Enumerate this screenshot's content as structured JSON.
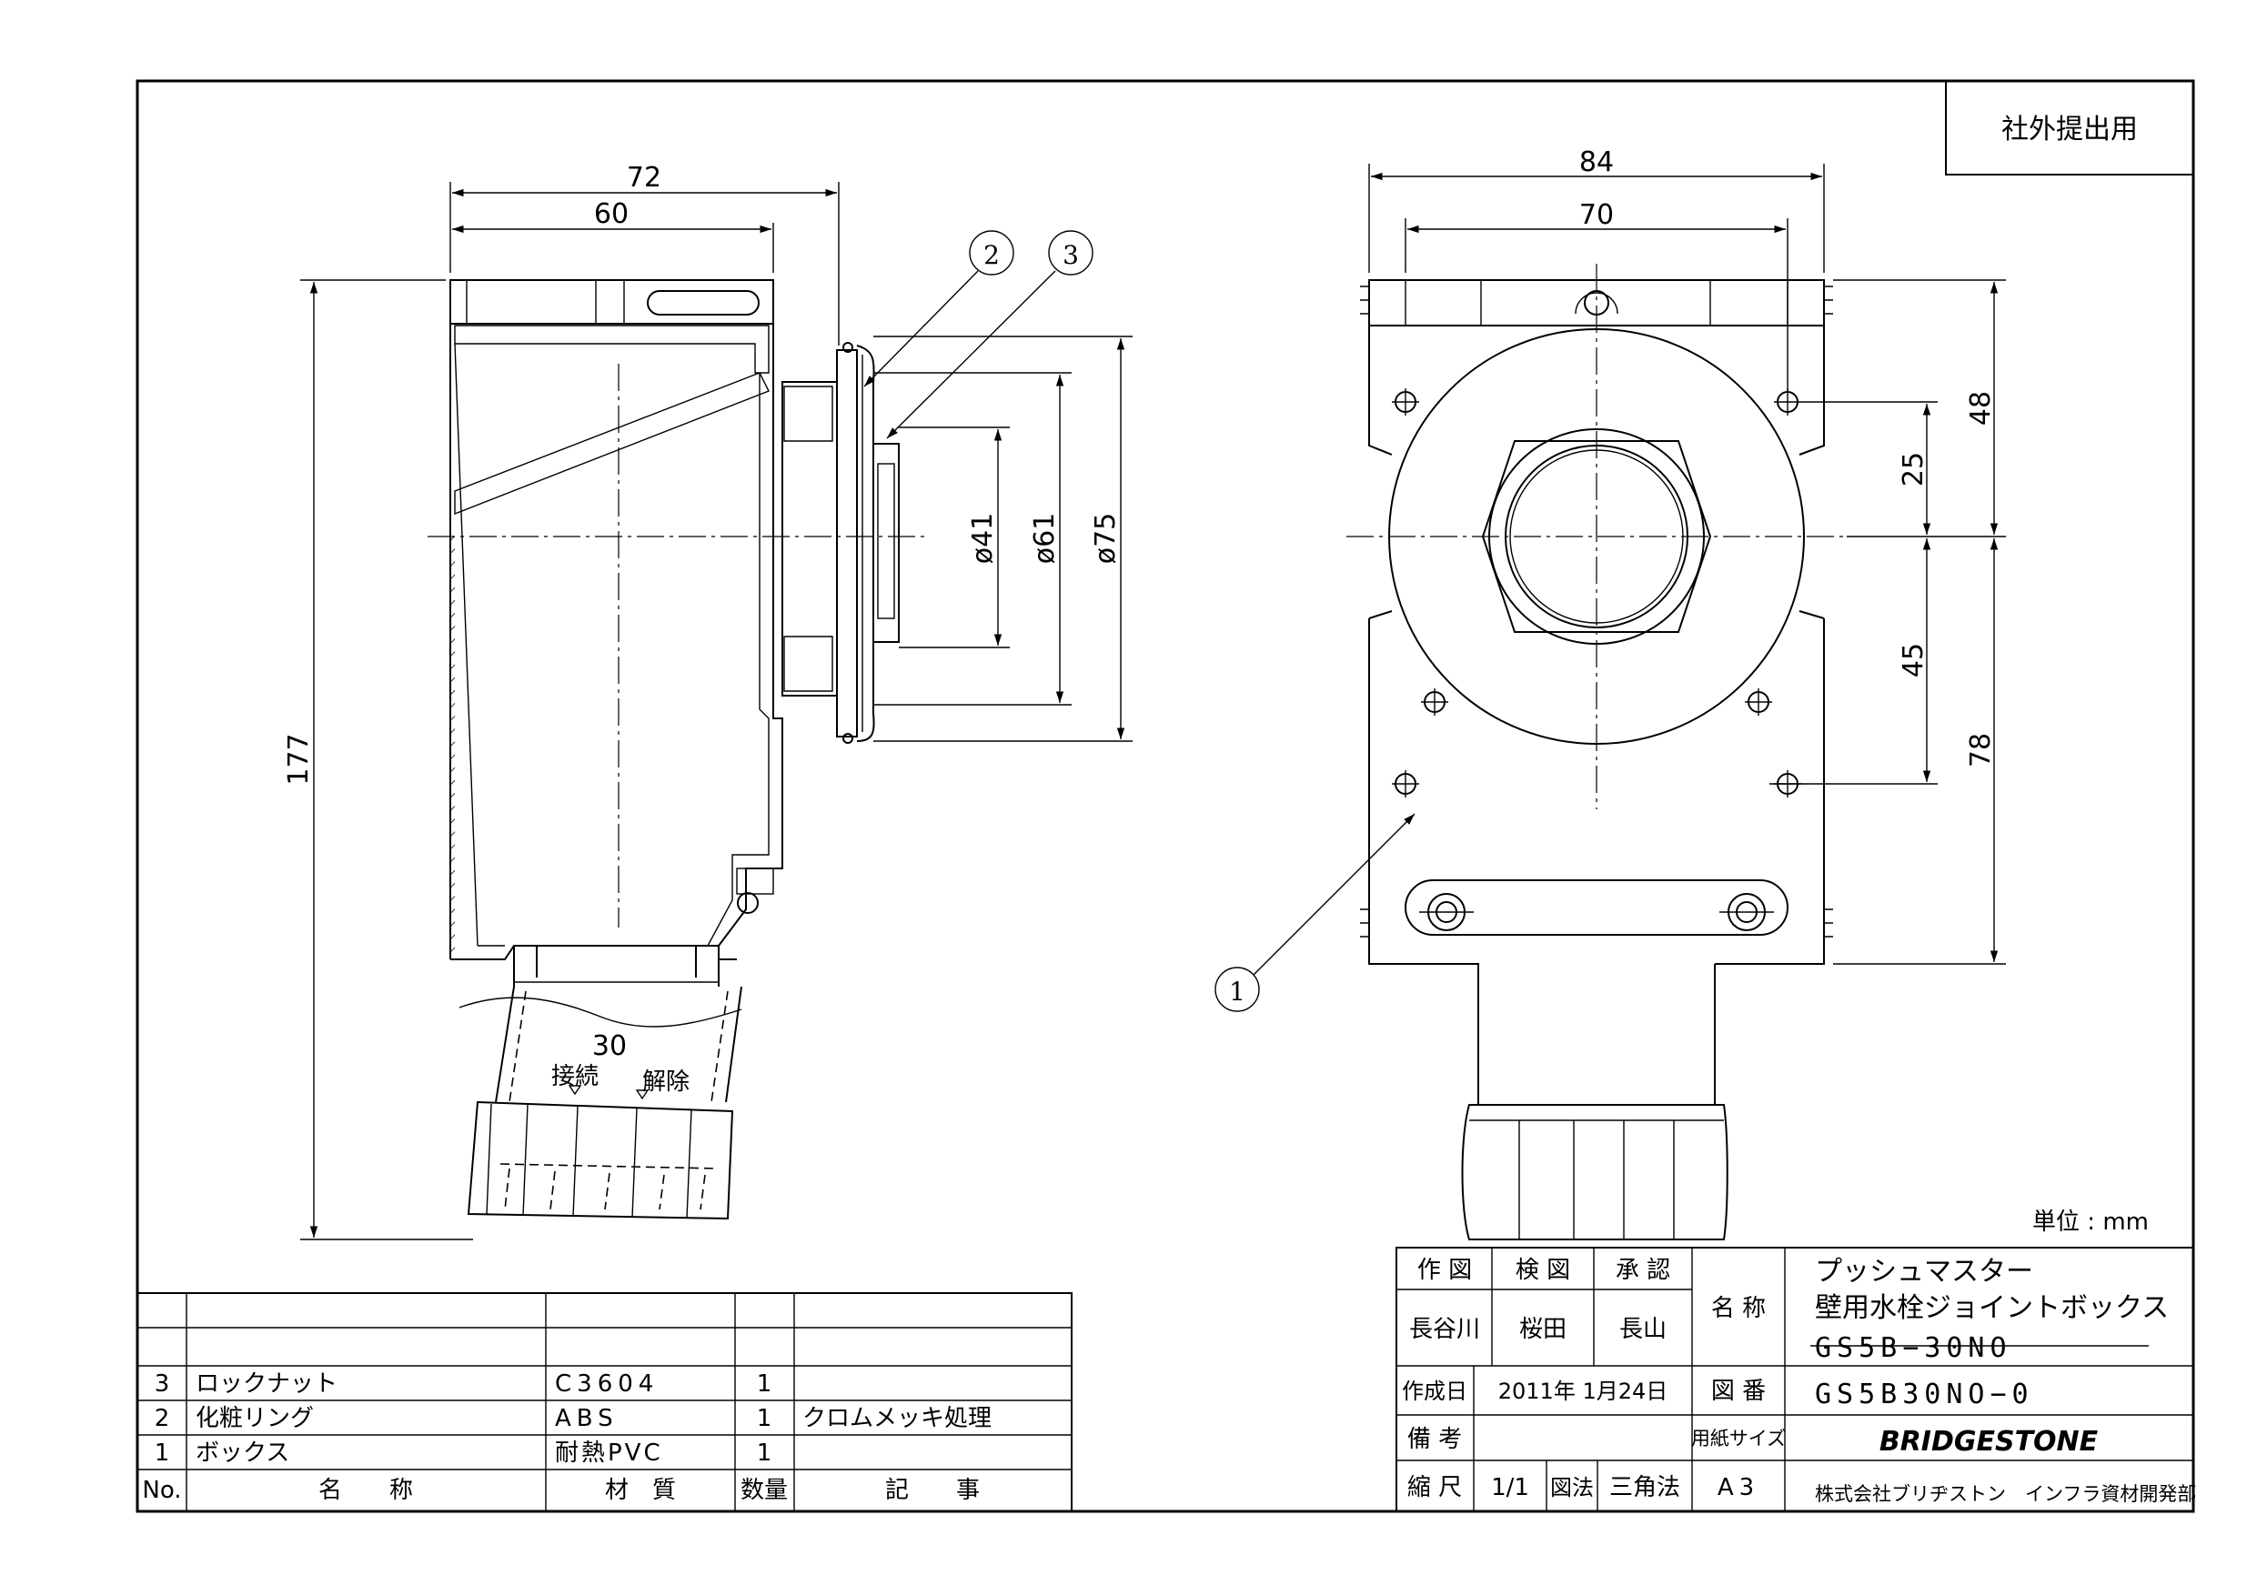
{
  "stamp": "社外提出用",
  "unit_note": "単位 : mm",
  "dimensions": {
    "side_width_total": "72",
    "side_width_body": "60",
    "side_height": "177",
    "dia_41": "ø41",
    "dia_61": "ø61",
    "dia_75": "ø75",
    "front_width_total": "84",
    "front_width_holes": "70",
    "front_48": "48",
    "front_25": "25",
    "front_45": "45",
    "front_78": "78"
  },
  "callouts": [
    "1",
    "2",
    "3"
  ],
  "nut_labels": {
    "size": "30",
    "connect": "接続",
    "release": "解除"
  },
  "parts_table": {
    "headers": [
      "No.",
      "名　　称",
      "材　質",
      "数量",
      "記　　事"
    ],
    "rows": [
      {
        "no": "3",
        "name": "ロックナット",
        "material": "C3604",
        "qty": "1",
        "note": ""
      },
      {
        "no": "2",
        "name": "化粧リング",
        "material": "ABS",
        "qty": "1",
        "note": "クロムメッキ処理"
      },
      {
        "no": "1",
        "name": "ボックス",
        "material": "耐熱PVC",
        "qty": "1",
        "note": ""
      }
    ]
  },
  "title_block": {
    "drawn_label": "作 図",
    "checked_label": "検 図",
    "approved_label": "承 認",
    "drawn_by": "長谷川",
    "checked_by": "桜田",
    "approved_by": "長山",
    "name_label": "名 称",
    "product_name_1": "プッシュマスター",
    "product_name_2": "壁用水栓ジョイントボックス",
    "model": "GS5B−30NO",
    "created_label": "作成日",
    "created_date": "2011年 1月24日",
    "drawing_no_label": "図 番",
    "drawing_no": "GS5B30NO−0",
    "remarks_label": "備 考",
    "paper_size_label": "用紙サイズ",
    "scale_label": "縮 尺",
    "scale": "1/1",
    "projection_label": "図法",
    "projection": "三角法",
    "paper_size": "A3",
    "company_logo": "BRIDGESTONE",
    "company_dept": "株式会社ブリヂストン　インフラ資材開発部"
  }
}
